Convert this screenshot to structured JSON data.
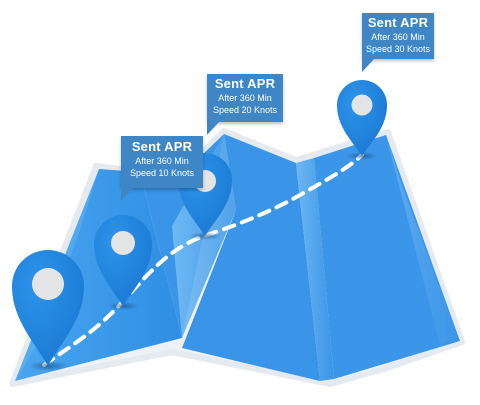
{
  "colors": {
    "map_light": "#5aa9ef",
    "map_mid": "#3d97ea",
    "map_dark": "#2a86dd",
    "map_border": "#e8eef4",
    "route": "#ffffff",
    "pin_outer": "#1f86e0",
    "pin_inner": "#e3e4e6",
    "callout_bg": "#3e86c5"
  },
  "callouts": [
    {
      "title": "Sent APR",
      "line1": "After 360  Min",
      "line2": "Speed 10 Knots"
    },
    {
      "title": "Sent APR",
      "line1": "After 360  Min",
      "line2": "Speed 20 Knots"
    },
    {
      "title": "Sent APR",
      "line1": "After 360  Min",
      "line2": "Speed 30 Knots"
    }
  ],
  "pins": [
    "location-pin-icon",
    "location-pin-icon",
    "location-pin-icon",
    "location-pin-icon"
  ]
}
